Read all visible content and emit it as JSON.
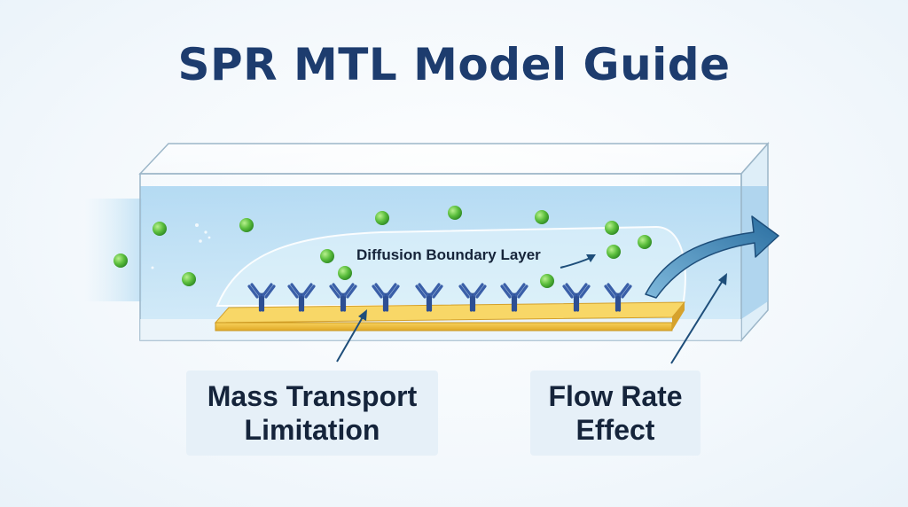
{
  "title": "SPR MTL Model Guide",
  "labels": {
    "boundary_layer": "Diffusion Boundary Layer",
    "mass_transport": [
      "Mass Transport",
      "Limitation"
    ],
    "flow_rate": [
      "Flow Rate",
      "Effect"
    ]
  },
  "colors": {
    "title": "#1d3c6e",
    "analyte": "#5cbf3e",
    "antibody": "#3a5fa8",
    "sensor_surface": "#f2c444",
    "flow_channel": "#bfe0f4",
    "arrow": "#1e4e7a",
    "callout_bg": "#e6f0f8"
  },
  "icons": {
    "analyte": "green-sphere-icon",
    "ligand": "y-shaped-antibody-icon",
    "flow": "curved-flow-arrow-icon"
  }
}
